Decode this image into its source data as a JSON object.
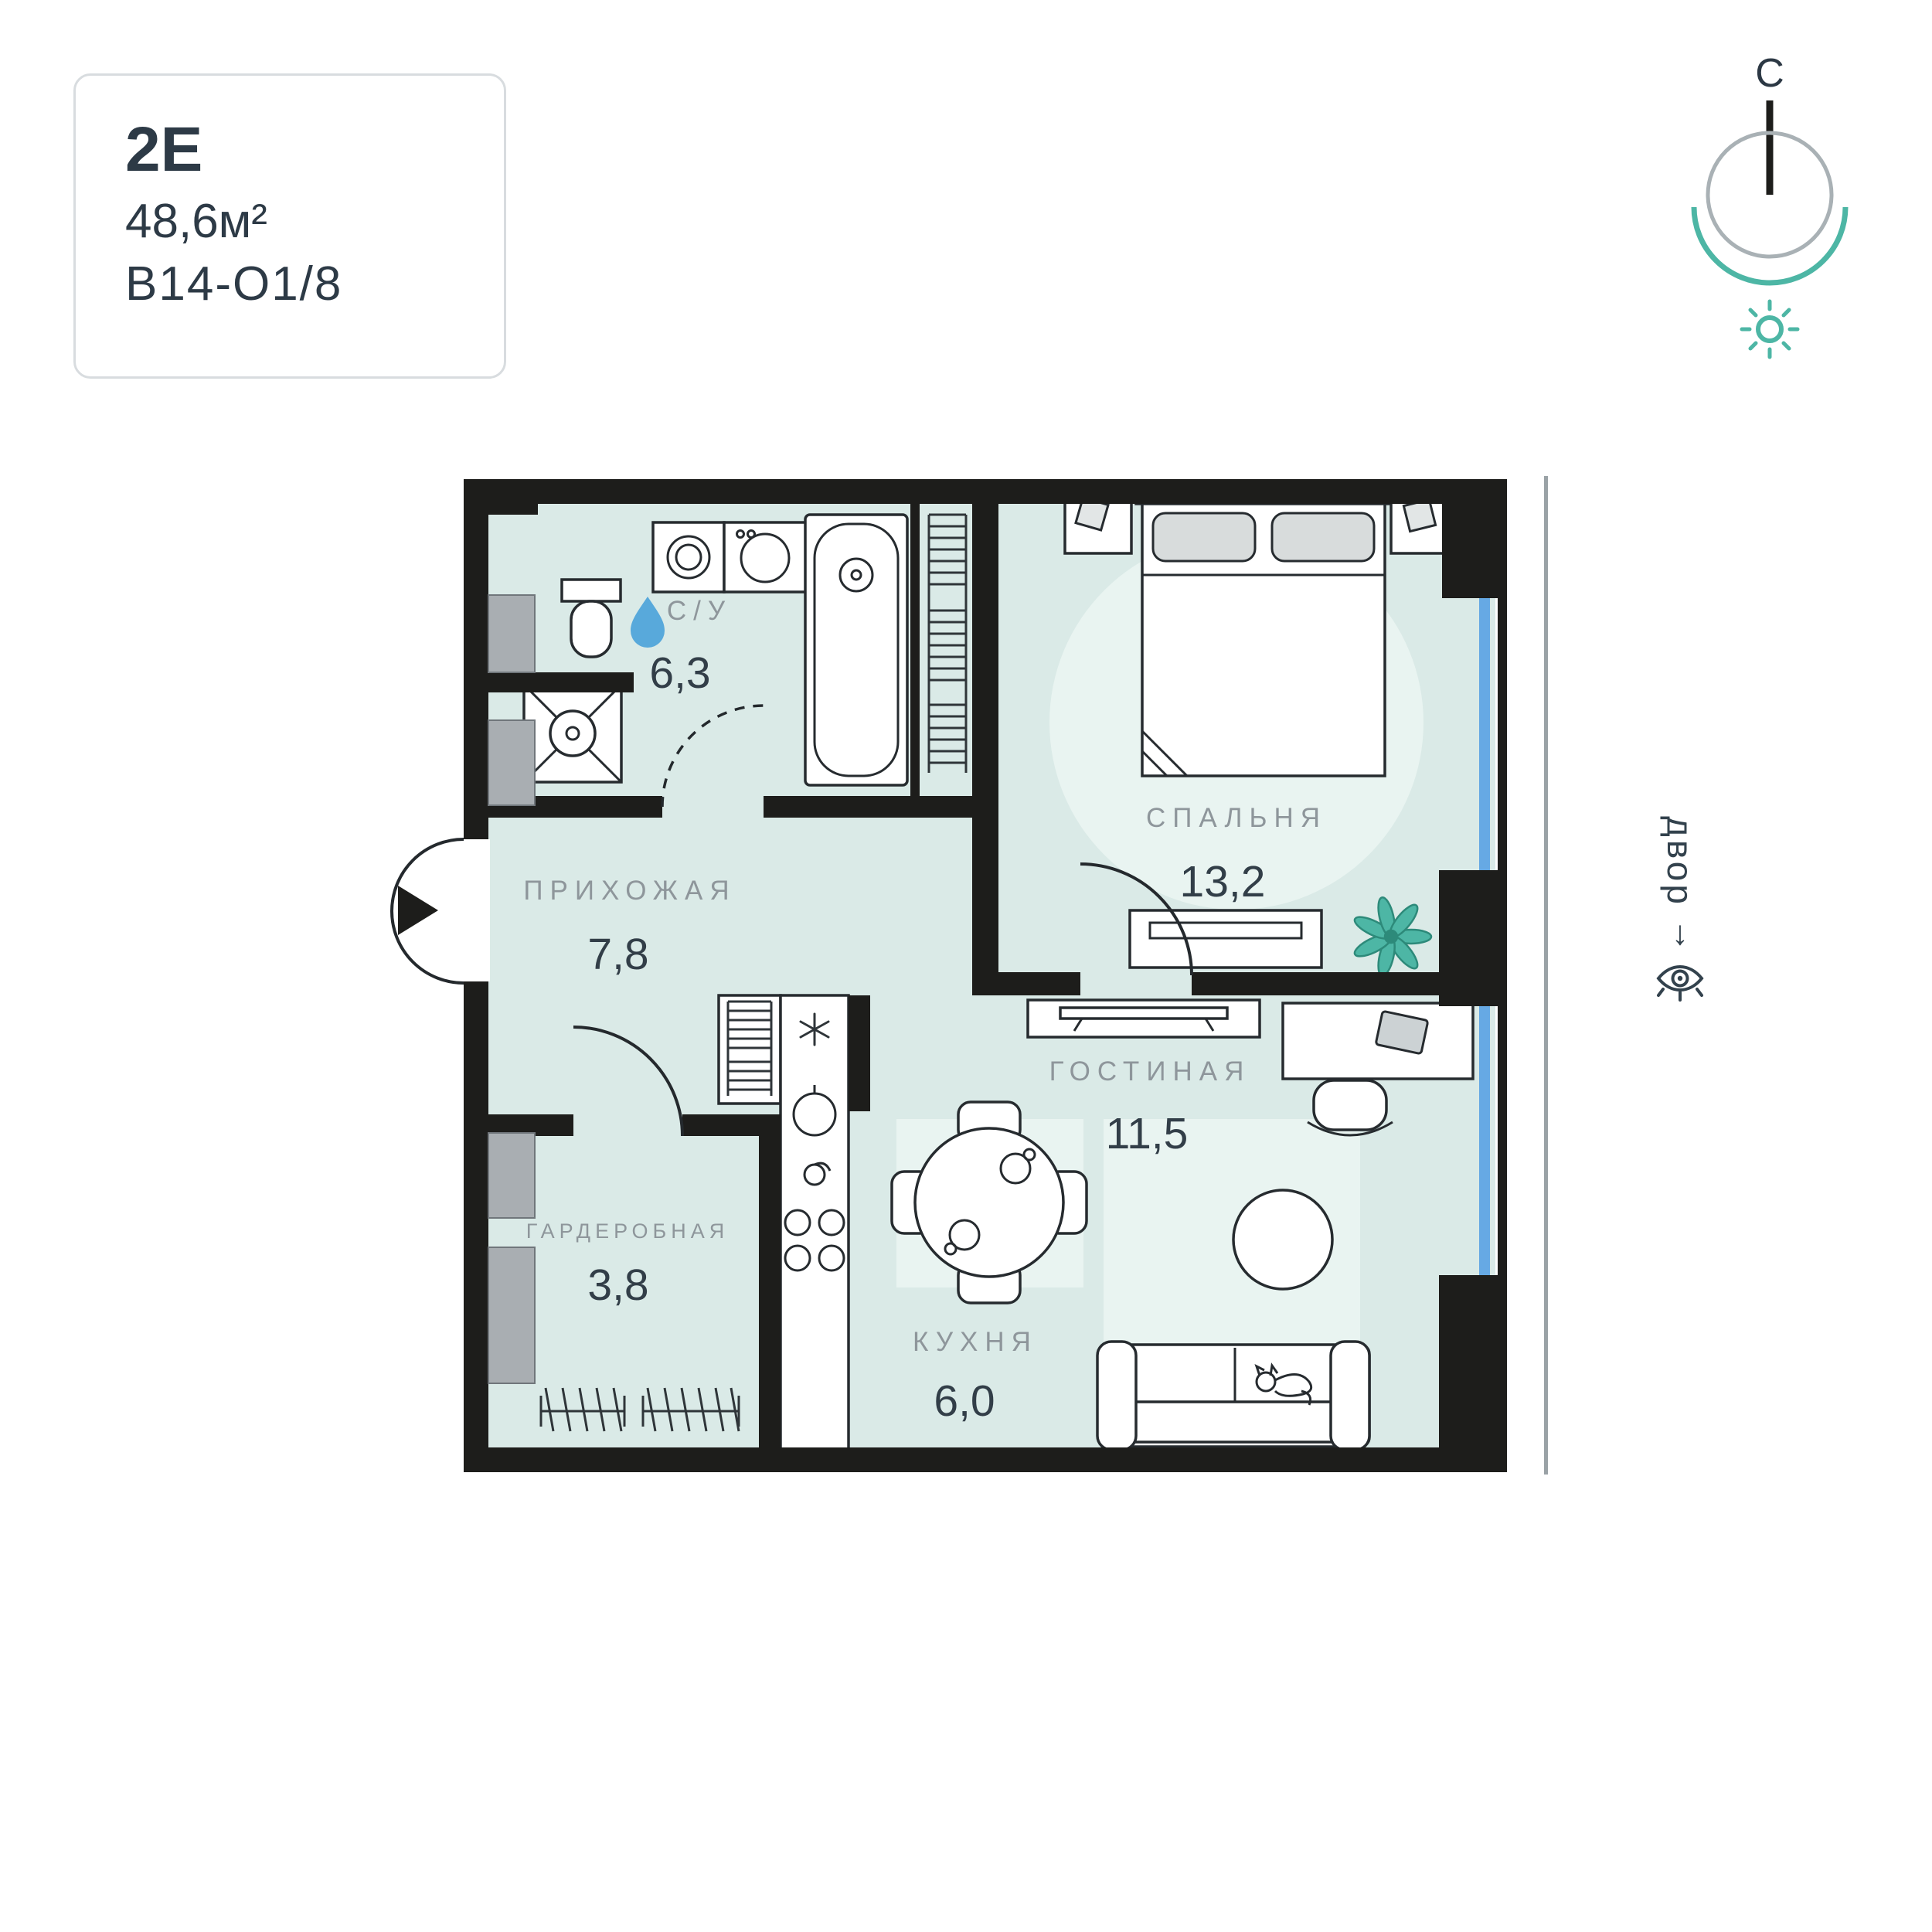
{
  "info_card": {
    "layout_type": "2Е",
    "area_label": "48,6м²",
    "unit_number": "В14-О1/8"
  },
  "compass": {
    "north_label": "С"
  },
  "courtyard": {
    "label": "двор",
    "arrow": "↓"
  },
  "rooms": {
    "bathroom": {
      "name": "С/У",
      "area": "6,3"
    },
    "bedroom": {
      "name": "СПАЛЬНЯ",
      "area": "13,2"
    },
    "hallway": {
      "name": "ПРИХОЖАЯ",
      "area": "7,8"
    },
    "living": {
      "name": "ГОСТИНАЯ",
      "area": "11,5"
    },
    "wardrobe": {
      "name": "ГАРДЕРОБНАЯ",
      "area": "3,8"
    },
    "kitchen": {
      "name": "КУХНЯ",
      "area": "6,0"
    }
  },
  "colors": {
    "floor": "#daeae7",
    "floor_light": "#e9f4f1",
    "wall": "#1d1d1b",
    "window_blue": "#66a9e4",
    "drop_blue": "#58a9db",
    "accent_teal": "#4db6a5",
    "label_gray": "#8e969b",
    "number_dark": "#323e48"
  }
}
